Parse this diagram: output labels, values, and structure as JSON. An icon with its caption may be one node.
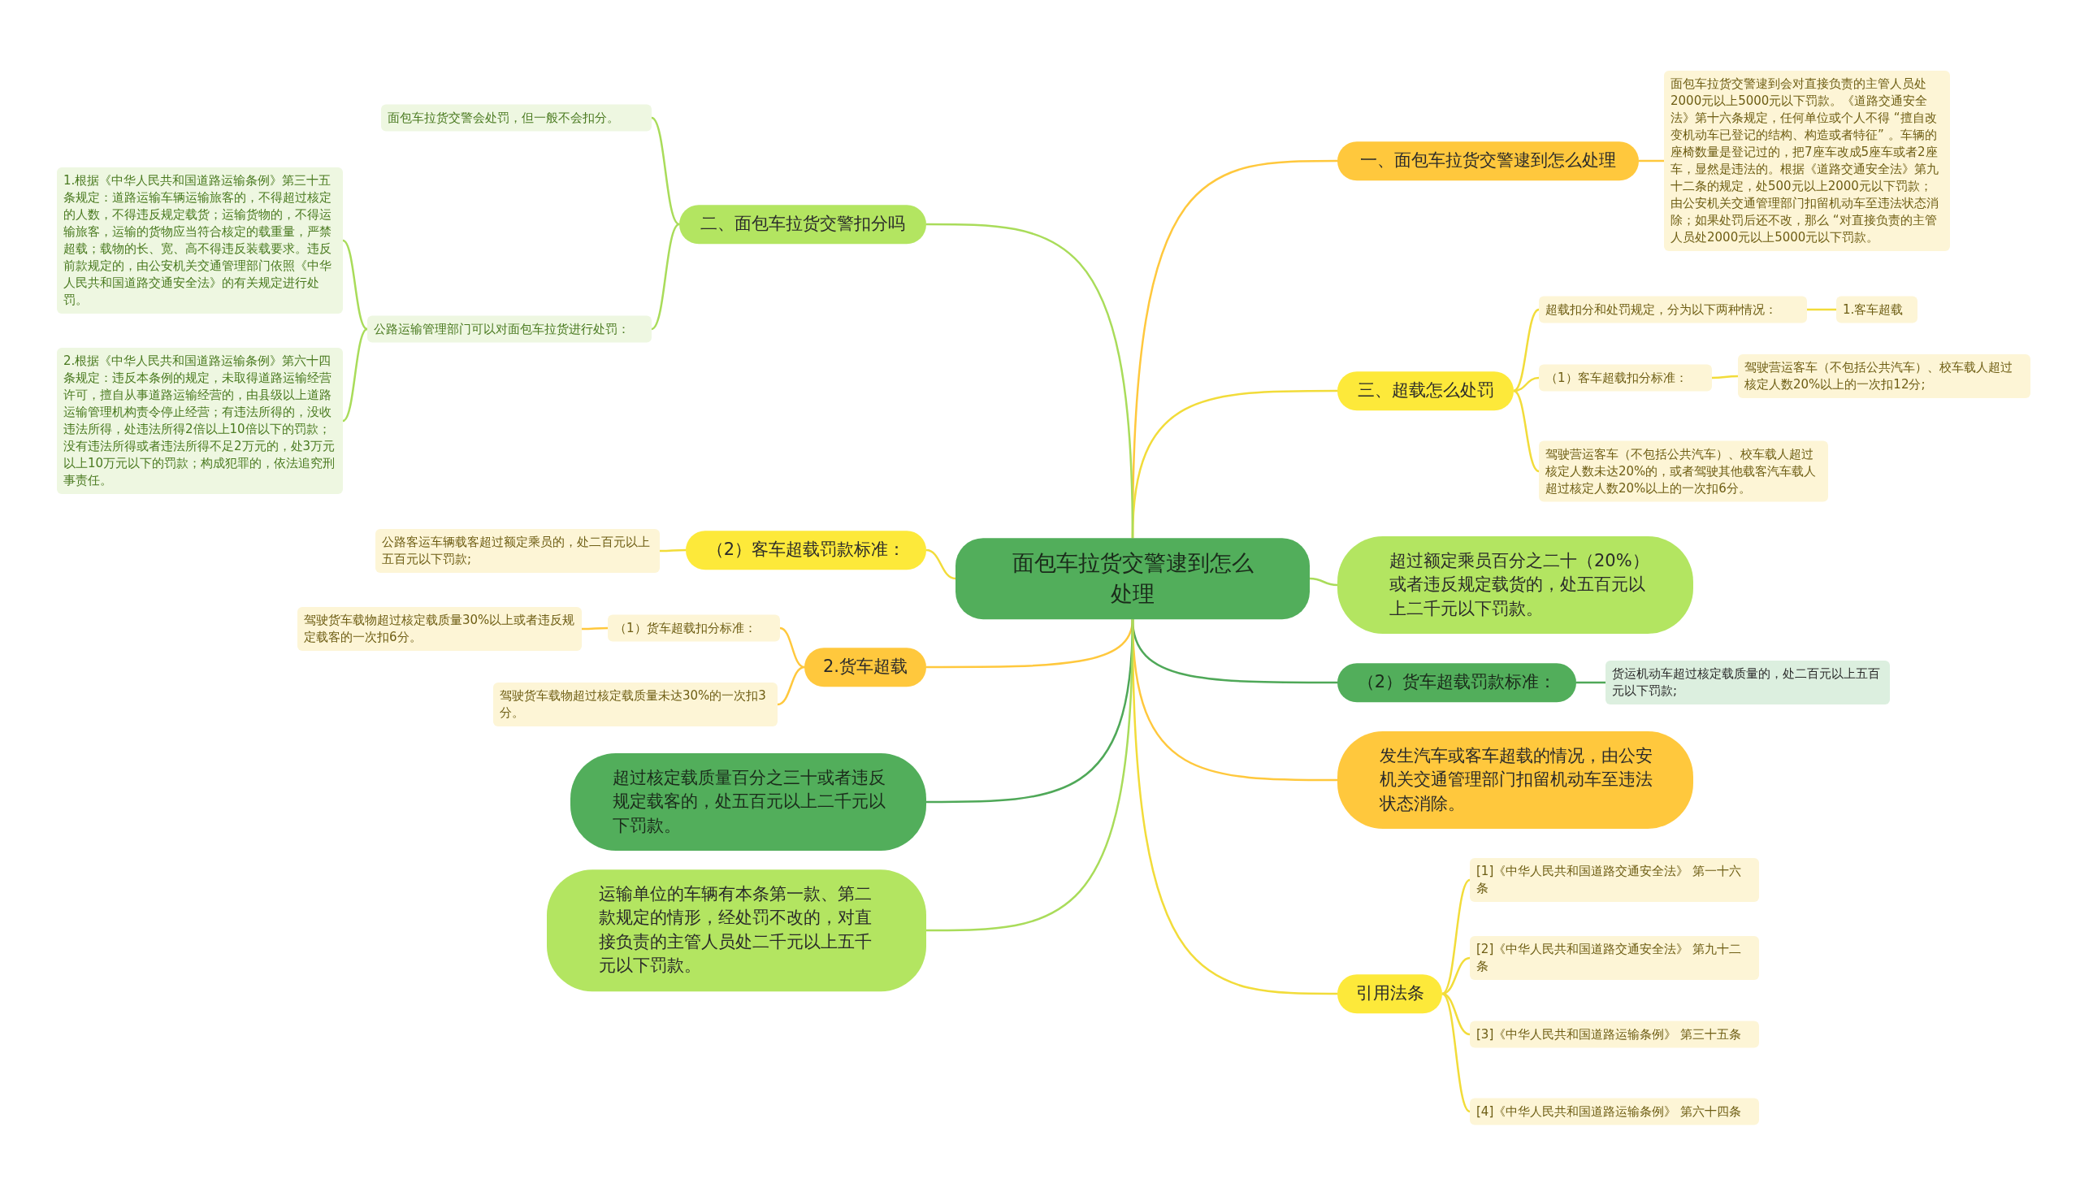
{
  "diagram": {
    "nodes": [
      {
        "text": [
          "面包车拉货交警逮到怎么处理"
        ]
      },
      {
        "text": [
          "一、面包车拉货交警逮到怎么处理"
        ]
      },
      {
        "text": [
          "面包车拉货交警逮到会对直接负责的主管人员处2000元以上5000元以下罚款。《道路交通安全法》第十六条规定，任何单位或个人不得 “擅自改变机动车已登记的结构、构造或者特征” 。车辆的座椅数量是登记过的，把7座车改成5座车或者2座车，显然是违法的。根据《道路交通安全法》第九十二条的规定，处500元以上2000元以下罚款；由公安机关交通管理部门扣留机动车至违法状态消除；如果处罚后还不改，那么 “对直接负责的主管人员处2000元以上5000元以下罚款。"
        ]
      },
      {
        "text": [
          "三、超载怎么处罚"
        ]
      },
      {
        "text": [
          "超载扣分和处罚规定，分为以下两种情况："
        ]
      },
      {
        "text": [
          "1.客车超载"
        ]
      },
      {
        "text": [
          "（1）客车超载扣分标准："
        ]
      },
      {
        "text": [
          "驾驶营运客车（不包括公共汽车）、校车载人超过核定人数20%以上的一次扣12分;"
        ]
      },
      {
        "text": [
          "驾驶营运客车（不包括公共汽车）、校车载人超过核定人数未达20%的，或者驾驶其他载客汽车载人超过核定人数20%以上的一次扣6分。"
        ]
      },
      {
        "text": [
          "超过额定乘员百分之二十（20%）或者违反规定载货的，处五百元以上二千元以下罚款。"
        ]
      },
      {
        "text": [
          "（2）货车超载罚款标准："
        ]
      },
      {
        "text": [
          "货运机动车超过核定载质量的，处二百元以上五百元以下罚款;"
        ]
      },
      {
        "text": [
          "发生汽车或客车超载的情况，由公安机关交通管理部门扣留机动车至违法状态消除。"
        ]
      },
      {
        "text": [
          "引用法条"
        ]
      },
      {
        "text": [
          "[1]《中华人民共和国道路交通安全法》 第一十六条"
        ]
      },
      {
        "text": [
          "[2]《中华人民共和国道路交通安全法》 第九十二条"
        ]
      },
      {
        "text": [
          "[3]《中华人民共和国道路运输条例》 第三十五条"
        ]
      },
      {
        "text": [
          "[4]《中华人民共和国道路运输条例》 第六十四条"
        ]
      },
      {
        "text": [
          "二、面包车拉货交警扣分吗"
        ]
      },
      {
        "text": [
          "面包车拉货交警会处罚，但一般不会扣分。"
        ]
      },
      {
        "text": [
          "公路运输管理部门可以对面包车拉货进行处罚："
        ]
      },
      {
        "text": [
          "1.根据《中华人民共和国道路运输条例》第三十五条规定：道路运输车辆运输旅客的，不得超过核定的人数，不得违反规定载货；运输货物的，不得运输旅客，运输的货物应当符合核定的载重量，严禁超载；载物的长、宽、高不得违反装载要求。违反前款规定的，由公安机关交通管理部门依照《中华人民共和国道路交通安全法》的有关规定进行处罚。"
        ]
      },
      {
        "text": [
          "2.根据《中华人民共和国道路运输条例》第六十四条规定：违反本条例的规定，未取得道路运输经营许可，擅自从事道路运输经营的，由县级以上道路运输管理机构责令停止经营；有违法所得的，没收违法所得，处违法所得2倍以上10倍以下的罚款；没有违法所得或者违法所得不足2万元的，处3万元以上10万元以下的罚款；构成犯罪的，依法追究刑事责任。"
        ]
      },
      {
        "text": [
          "（2）客车超载罚款标准："
        ]
      },
      {
        "text": [
          "公路客运车辆载客超过额定乘员的，处二百元以上五百元以下罚款;"
        ]
      },
      {
        "text": [
          "2.货车超载"
        ]
      },
      {
        "text": [
          "（1）货车超载扣分标准："
        ]
      },
      {
        "text": [
          "驾驶货车载物超过核定载质量30%以上或者违反规定载客的一次扣6分。"
        ]
      },
      {
        "text": [
          "驾驶货车载物超过核定载质量未达30%的一次扣3分。"
        ]
      },
      {
        "text": [
          "超过核定载质量百分之三十或者违反规定载客的，处五百元以上二千元以下罚款。"
        ]
      },
      {
        "text": [
          "运输单位的车辆有本条第一款、第二款规定的情形，经处罚不改的，对直接负责的主管人员处二千元以上五千元以下罚款。"
        ]
      }
    ],
    "edges": [
      {
        "from": 0,
        "to": 1,
        "arrow": "none"
      },
      {
        "from": 1,
        "to": 2,
        "arrow": "none"
      },
      {
        "from": 0,
        "to": 3,
        "arrow": "none"
      },
      {
        "from": 3,
        "to": 4,
        "arrow": "none"
      },
      {
        "from": 4,
        "to": 5,
        "arrow": "none"
      },
      {
        "from": 3,
        "to": 6,
        "arrow": "none"
      },
      {
        "from": 6,
        "to": 7,
        "arrow": "none"
      },
      {
        "from": 3,
        "to": 8,
        "arrow": "none"
      },
      {
        "from": 0,
        "to": 9,
        "arrow": "none"
      },
      {
        "from": 0,
        "to": 10,
        "arrow": "none",
        "color": "#4fa858"
      },
      {
        "from": 10,
        "to": 11,
        "arrow": "none",
        "color": "#4fa858"
      },
      {
        "from": 0,
        "to": 12,
        "arrow": "none"
      },
      {
        "from": 0,
        "to": 13,
        "arrow": "none"
      },
      {
        "from": 13,
        "to": 14,
        "arrow": "none"
      },
      {
        "from": 13,
        "to": 15,
        "arrow": "none"
      },
      {
        "from": 13,
        "to": 16,
        "arrow": "none"
      },
      {
        "from": 13,
        "to": 17,
        "arrow": "none"
      },
      {
        "from": 0,
        "to": 18,
        "arrow": "none"
      },
      {
        "from": 18,
        "to": 19,
        "arrow": "none"
      },
      {
        "from": 18,
        "to": 20,
        "arrow": "none"
      },
      {
        "from": 20,
        "to": 21,
        "arrow": "none"
      },
      {
        "from": 20,
        "to": 22,
        "arrow": "none"
      },
      {
        "from": 0,
        "to": 23,
        "arrow": "none"
      },
      {
        "from": 23,
        "to": 24,
        "arrow": "none"
      },
      {
        "from": 0,
        "to": 25,
        "arrow": "none"
      },
      {
        "from": 25,
        "to": 26,
        "arrow": "none"
      },
      {
        "from": 26,
        "to": 27,
        "arrow": "none"
      },
      {
        "from": 25,
        "to": 28,
        "arrow": "none"
      },
      {
        "from": 0,
        "to": 29,
        "arrow": "none",
        "color": "#4fa858"
      },
      {
        "from": 0,
        "to": 30,
        "arrow": "none"
      }
    ]
  }
}
